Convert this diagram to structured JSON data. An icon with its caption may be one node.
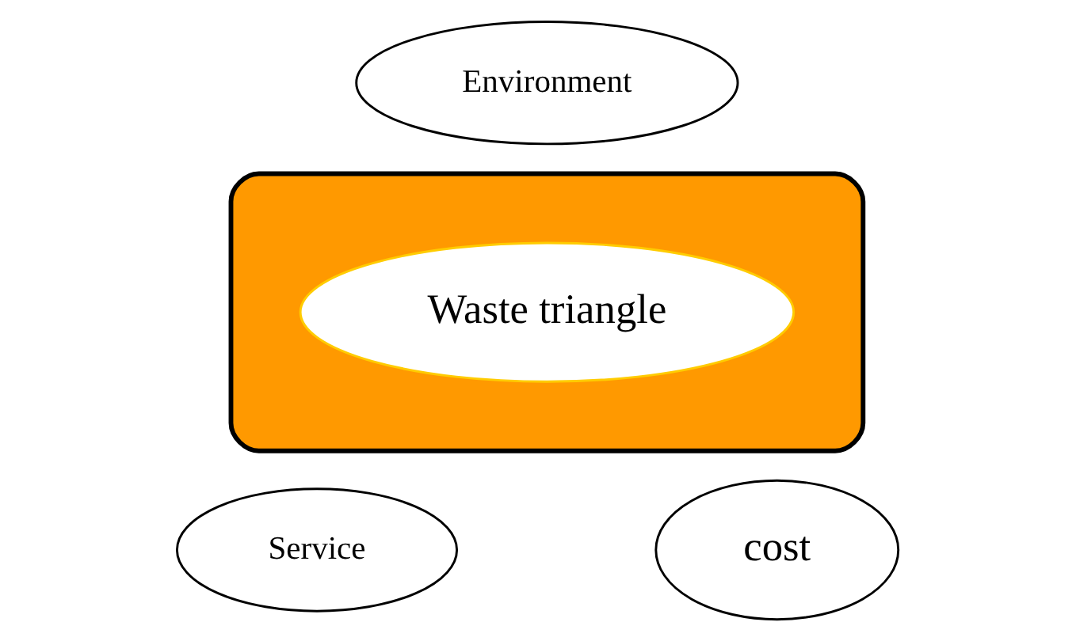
{
  "diagram": {
    "nodes": [
      {
        "text": [
          "Environment"
        ]
      },
      {
        "text": [],
        "shape": "triangle"
      },
      {
        "text": [
          "Waste triangle"
        ],
        "in": 1
      },
      {
        "text": [
          "Service"
        ]
      },
      {
        "text": [
          "cost"
        ]
      }
    ],
    "edges": []
  }
}
